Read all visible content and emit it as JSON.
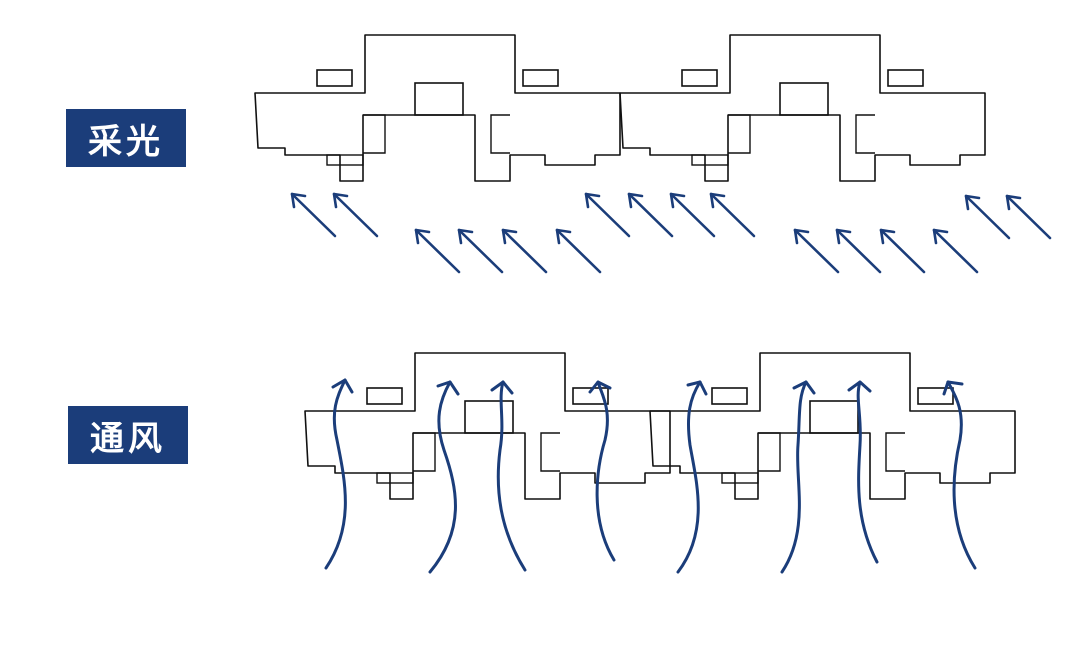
{
  "labels": {
    "daylight": "采光",
    "ventilation": "通风"
  },
  "colors": {
    "label_background": "#1b3d7a",
    "arrow": "#1b3d7a",
    "outline": "#111111"
  },
  "sections": [
    {
      "name": "daylight",
      "arrow_style": "straight diagonal arrows pointing up-left"
    },
    {
      "name": "ventilation",
      "arrow_style": "wavy vertical arrows pointing up"
    }
  ]
}
